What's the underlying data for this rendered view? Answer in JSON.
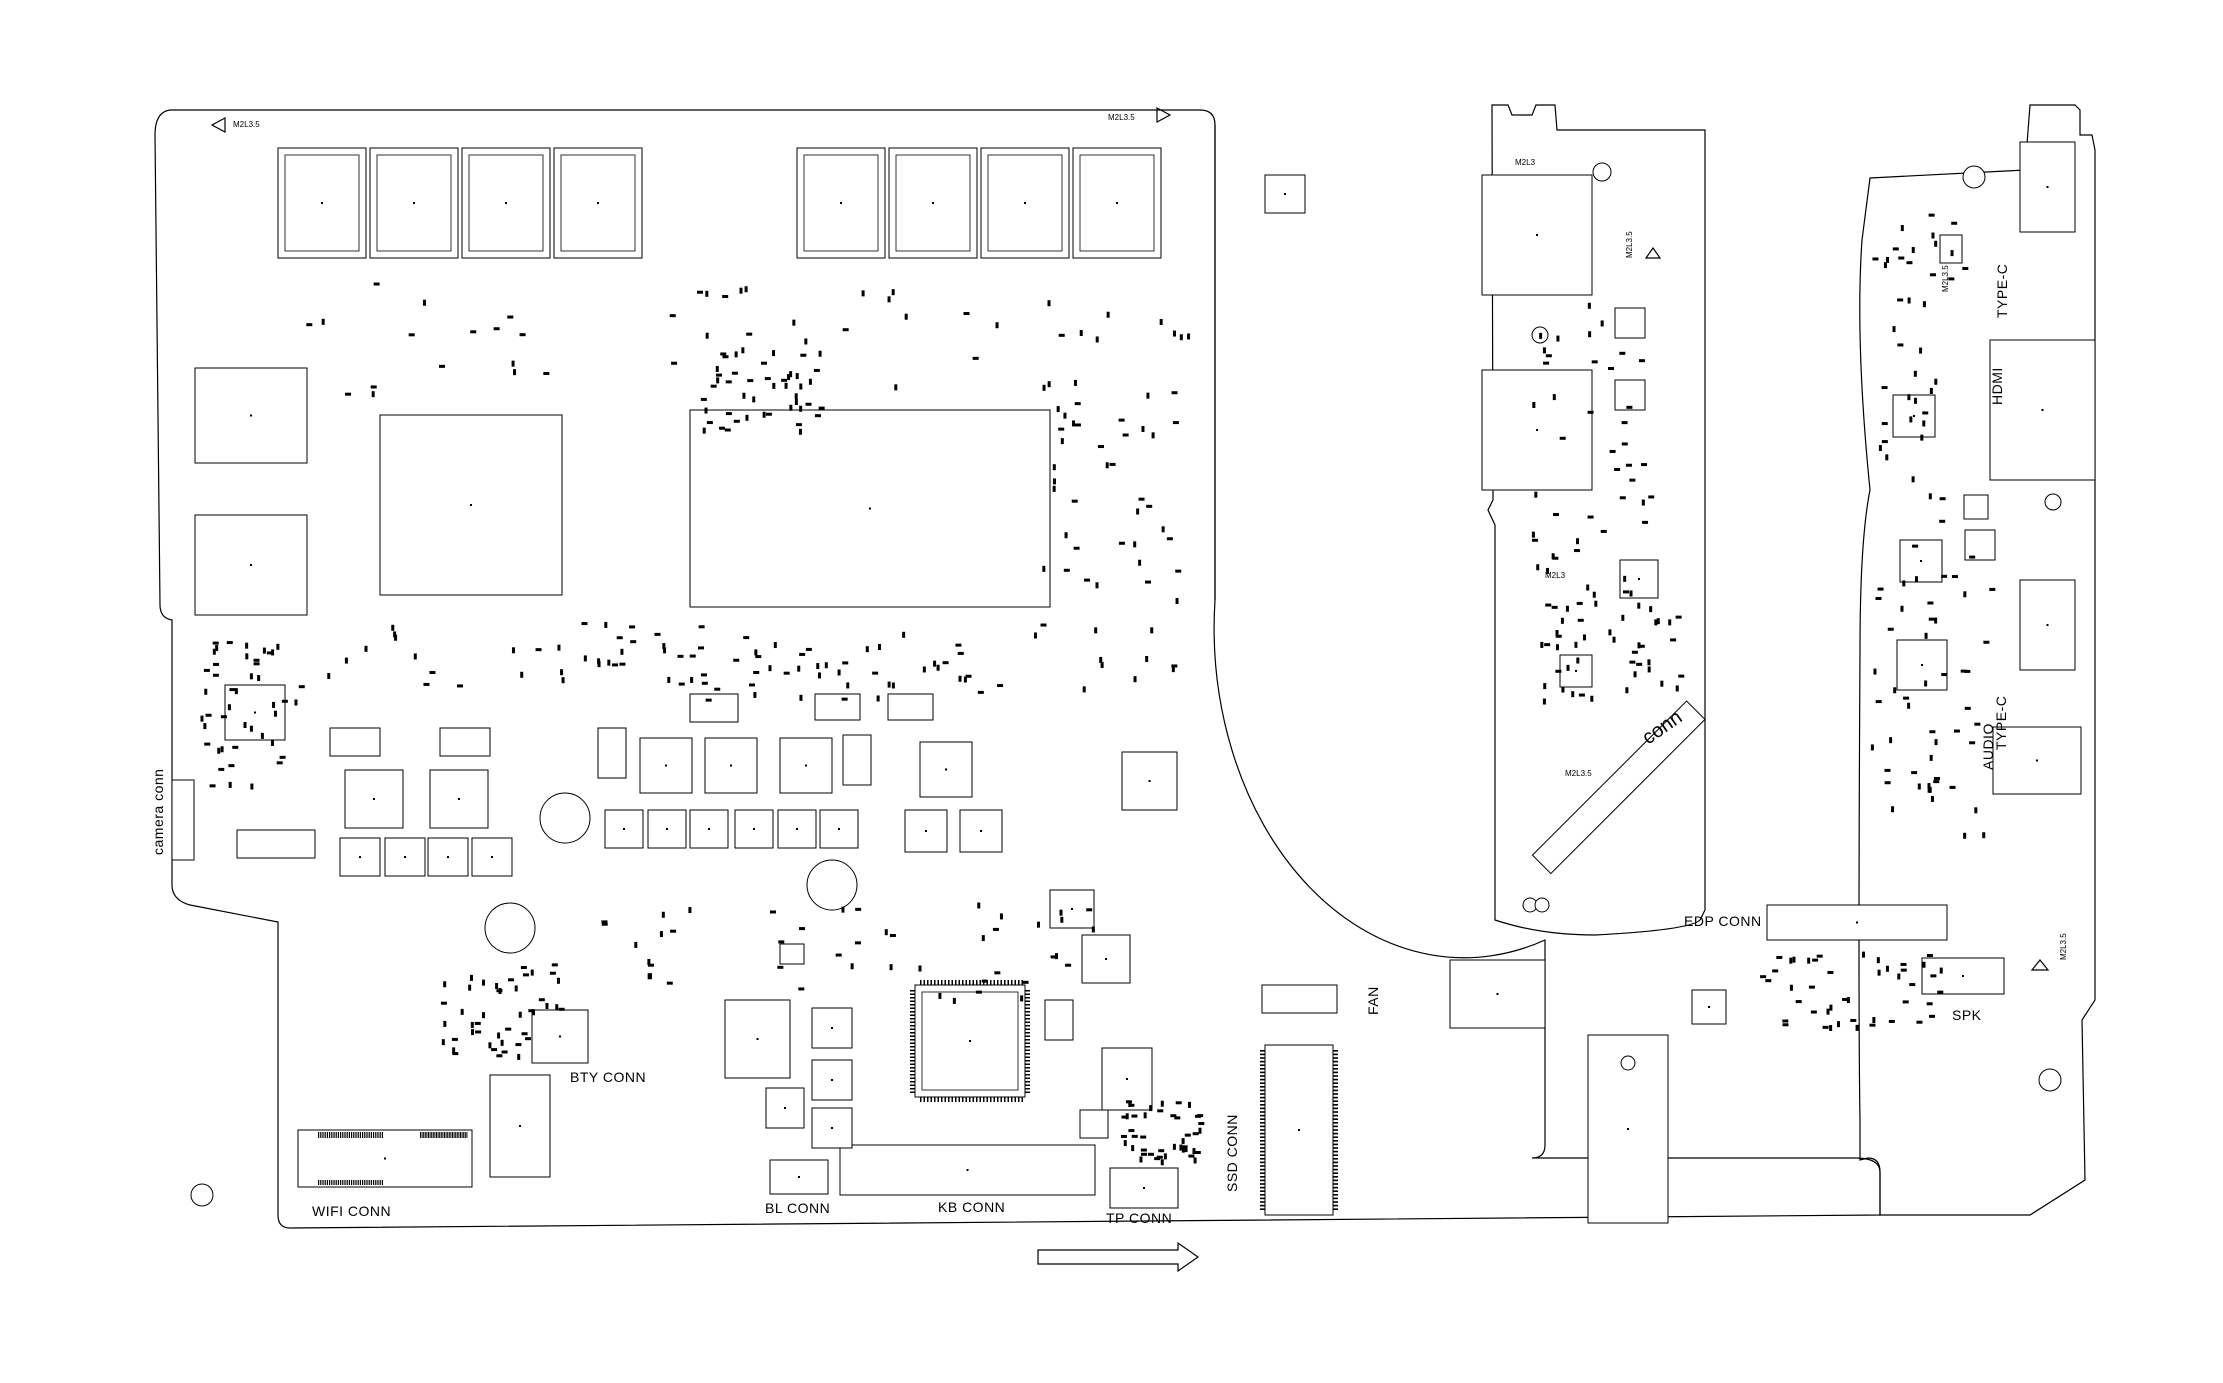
{
  "diagram": {
    "type": "pcb-silkscreen-layout",
    "labels": {
      "camera_conn": "camera conn",
      "wifi_conn": "WIFI CONN",
      "bty_conn": "BTY CONN",
      "bl_conn": "BL CONN",
      "kb_conn": "KB CONN",
      "tp_conn": "TP CONN",
      "ssd_conn": "SSD CONN",
      "fan": "FAN",
      "edp_conn": "EDP CONN",
      "spk": "SPK",
      "conn": "conn",
      "type_c_top": "TYPE-C",
      "hdmi": "HDMI",
      "type_c_mid": "TYPE-C",
      "audio": "AUDIO",
      "screw_m2l35_tl": "M2L3.5",
      "screw_m2l35_tr": "M2L3.5",
      "screw_m2l3_a": "M2L3",
      "screw_m2l35_mid": "M2L3.5",
      "screw_m2l3_b": "M2L3",
      "screw_m2l35_low": "M2L3.5",
      "screw_m2l35_right": "M2L3.5",
      "screw_m2l35_spk": "M2L3.5"
    }
  }
}
